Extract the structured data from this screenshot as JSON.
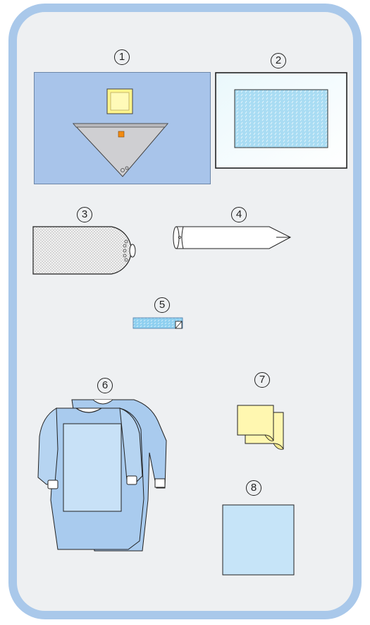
{
  "items": [
    {
      "number": "1",
      "icon": "drape-with-triangular-pouch-icon"
    },
    {
      "number": "2",
      "icon": "adhesive-film-dressing-icon"
    },
    {
      "number": "3",
      "icon": "mesh-camera-cover-icon"
    },
    {
      "number": "4",
      "icon": "tubular-probe-cover-icon"
    },
    {
      "number": "5",
      "icon": "adhesive-tape-strip-icon"
    },
    {
      "number": "6",
      "icon": "surgical-gowns-icon"
    },
    {
      "number": "7",
      "icon": "hand-towels-icon"
    },
    {
      "number": "8",
      "icon": "square-towel-icon"
    }
  ],
  "colors": {
    "panel_border": "#a9c8ea",
    "panel_fill": "#eef0f2",
    "drape_blue": "#a8c4ea",
    "gown_blue": "#a9cbee",
    "gown_light": "#c8e1f7",
    "towel_yellow": "#fff7b0",
    "square_blue": "#c6e4f8"
  }
}
